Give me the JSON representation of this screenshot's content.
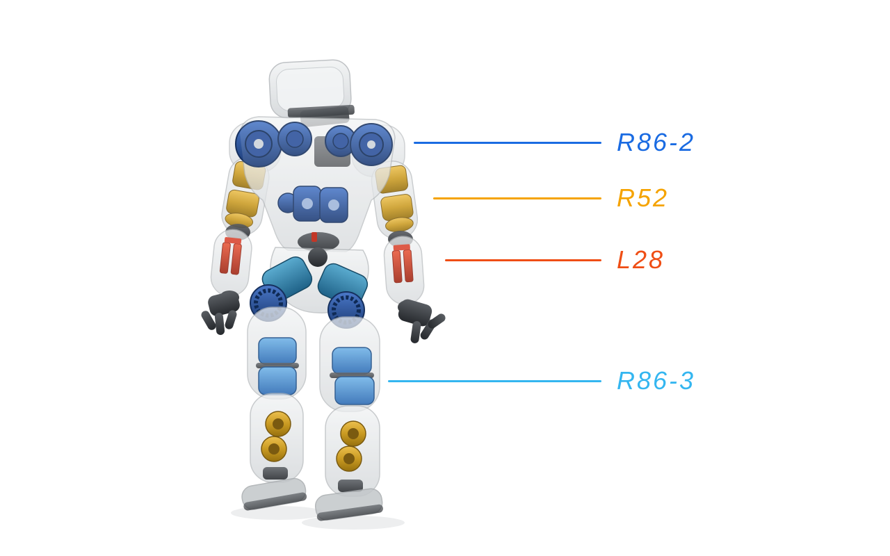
{
  "figure": {
    "subject": "Translucent humanoid robot rendering with internal actuators visible",
    "palette": {
      "glass_shell": "#dfe2e4",
      "shoulder_actuator_blue": "#2a4f9a",
      "arm_actuator_gold": "#d0a02c",
      "forearm_actuator_red": "#c93f22",
      "hip_actuator_teal": "#2e7ea6",
      "knee_actuator_blue": "#3c7fc4",
      "frame_dark": "#3a3e42"
    }
  },
  "annotations": [
    {
      "label": "R86-2",
      "color": "#1a6be2"
    },
    {
      "label": "R52",
      "color": "#f5a300"
    },
    {
      "label": "L28",
      "color": "#ef4e15"
    },
    {
      "label": "R86-3",
      "color": "#34b6f0"
    }
  ]
}
